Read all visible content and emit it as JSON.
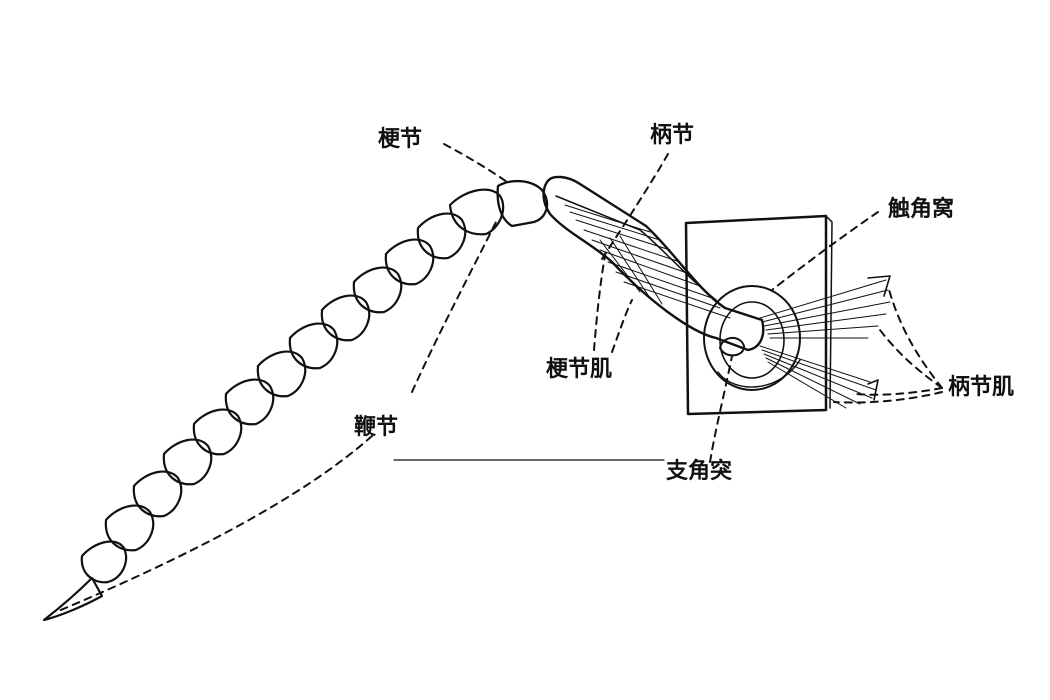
{
  "labels": {
    "pedicel": "梗节",
    "scape": "柄节",
    "antennal_socket": "触角窝",
    "pedicel_muscle": "梗节肌",
    "scape_muscle": "柄节肌",
    "flagellum": "鞭节",
    "antennifer": "支角突"
  },
  "colors": {
    "ink": "#111111",
    "paper": "#ffffff"
  }
}
